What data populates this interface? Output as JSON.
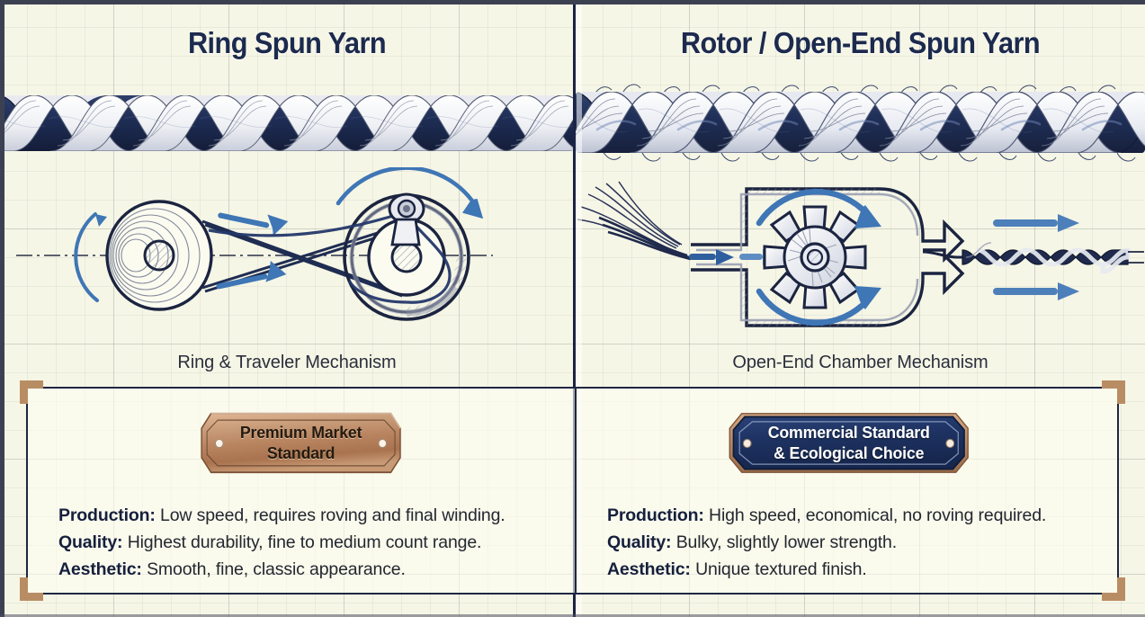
{
  "meta": {
    "accent_navy": "#1c2a4e",
    "accent_blue": "#3f76b5",
    "accent_bronze": "#b98d64",
    "paper": "#f6f6e6"
  },
  "columns": [
    {
      "id": "ring-spun",
      "title": "Ring Spun Yarn",
      "rope_style": "smooth-tight-twist",
      "mechanism_icon": "ring-traveler-mechanism-icon",
      "mechanism_caption": "Ring & Traveler Mechanism",
      "badge": {
        "text_lines": [
          "Premium Market",
          "Standard"
        ],
        "style": "bronze"
      },
      "specs": [
        {
          "label": "Production:",
          "value": "Low speed, requires roving and final winding."
        },
        {
          "label": "Quality:",
          "value": "Highest durability, fine to medium count range."
        },
        {
          "label": "Aesthetic:",
          "value": "Smooth, fine, classic appearance."
        }
      ]
    },
    {
      "id": "rotor-open-end",
      "title": "Rotor / Open-End Spun Yarn",
      "rope_style": "hairy-bulky-twist",
      "mechanism_icon": "open-end-chamber-mechanism-icon",
      "mechanism_caption": "Open-End Chamber Mechanism",
      "badge": {
        "text_lines": [
          "Commercial Standard",
          "& Ecological Choice"
        ],
        "style": "navy"
      },
      "specs": [
        {
          "label": "Production:",
          "value": "High speed, economical, no roving required."
        },
        {
          "label": "Quality:",
          "value": "Bulky, slightly lower strength."
        },
        {
          "label": "Aesthetic:",
          "value": "Unique textured finish."
        }
      ]
    }
  ]
}
